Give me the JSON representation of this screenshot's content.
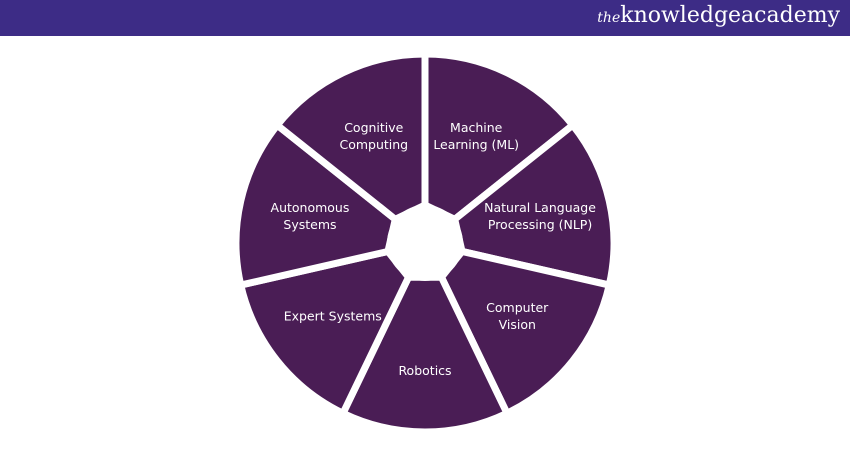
{
  "header": {
    "logo_prefix": "the",
    "logo_main": "knowledgeacademy"
  },
  "colors": {
    "header": "#3d2c86",
    "segment": "#4a1d55",
    "gap": "#ffffff"
  },
  "wheel": {
    "segments": [
      {
        "label": [
          "Machine",
          "Learning (ML)"
        ]
      },
      {
        "label": [
          "Natural Language",
          "Processing (NLP)"
        ]
      },
      {
        "label": [
          "Computer",
          "Vision"
        ]
      },
      {
        "label": [
          "Robotics"
        ]
      },
      {
        "label": [
          "Expert Systems"
        ]
      },
      {
        "label": [
          "Autonomous",
          "Systems"
        ]
      },
      {
        "label": [
          "Cognitive",
          "Computing"
        ]
      }
    ]
  }
}
